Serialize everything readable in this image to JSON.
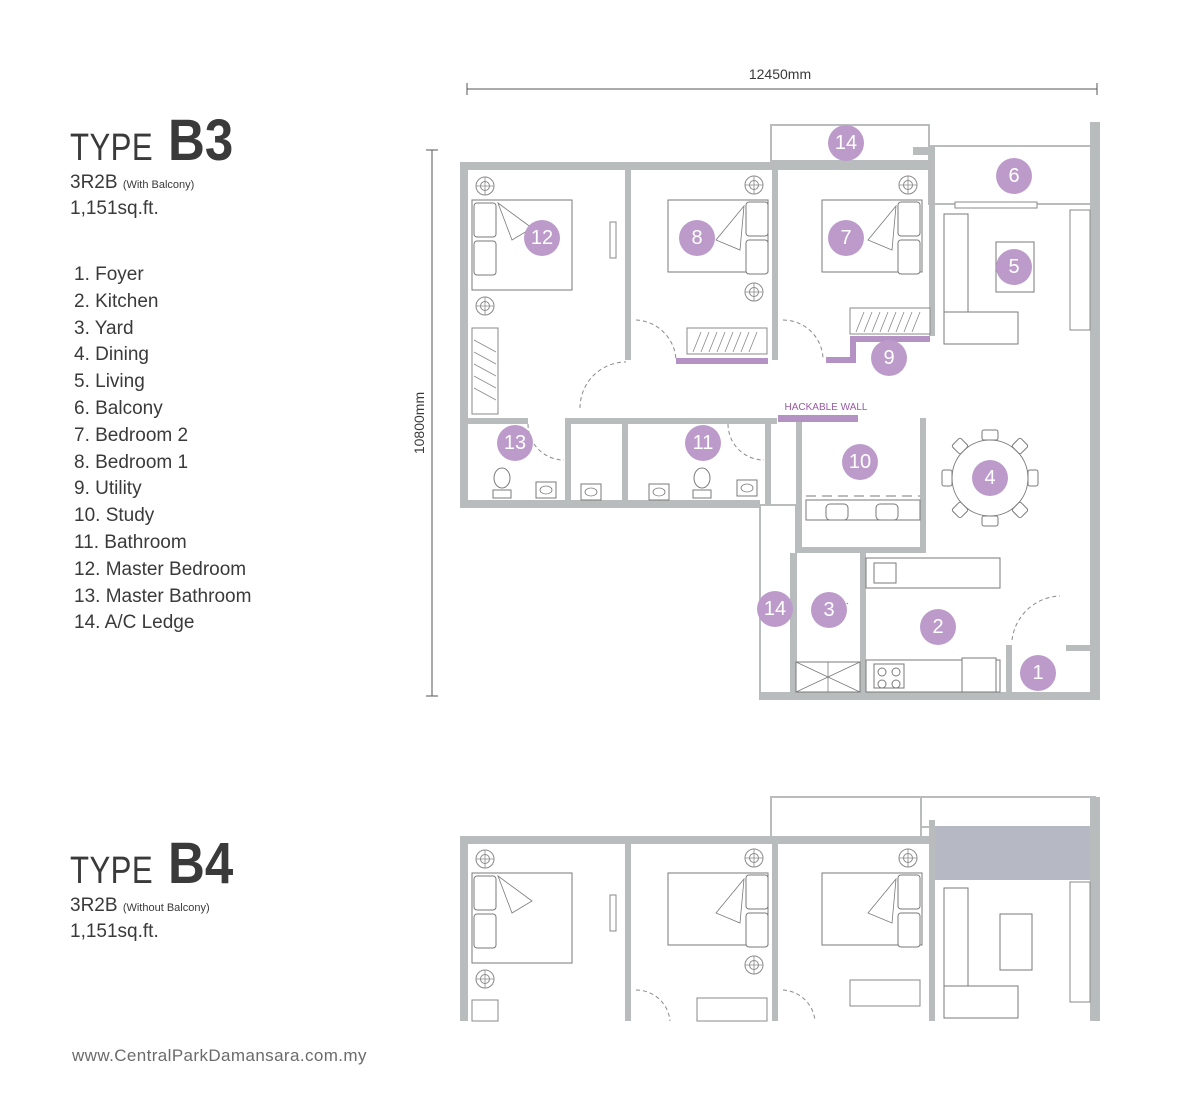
{
  "b3": {
    "type_word": "TYPE",
    "type_code": "B3",
    "layout": "3R2B",
    "balcony_note": "(With Balcony)",
    "area": "1,151sq.ft."
  },
  "b4": {
    "type_word": "TYPE",
    "type_code": "B4",
    "layout": "3R2B",
    "balcony_note": "(Without Balcony)",
    "area": "1,151sq.ft."
  },
  "legend": [
    "1. Foyer",
    "2. Kitchen",
    "3. Yard",
    "4. Dining",
    "5. Living",
    "6. Balcony",
    "7. Bedroom 2",
    "8. Bedroom 1",
    "9. Utility",
    "10. Study",
    "11. Bathroom",
    "12. Master Bedroom",
    "13. Master Bathroom",
    "14. A/C Ledge"
  ],
  "dimensions": {
    "width": "12450mm",
    "height": "10800mm"
  },
  "hackable_wall": "HACKABLE WALL",
  "badges": {
    "b1": "1",
    "b2": "2",
    "b3": "3",
    "b4": "4",
    "b5": "5",
    "b6": "6",
    "b7": "7",
    "b8": "8",
    "b9": "9",
    "b10": "10",
    "b11": "11",
    "b12": "12",
    "b13": "13",
    "b14a": "14",
    "b14b": "14"
  },
  "colors": {
    "wall": "#b9bcbc",
    "accent": "#b592c4",
    "badge": "#bc9bcb",
    "text": "#3a3a3a"
  },
  "website": "www.CentralParkDamansara.com.my"
}
